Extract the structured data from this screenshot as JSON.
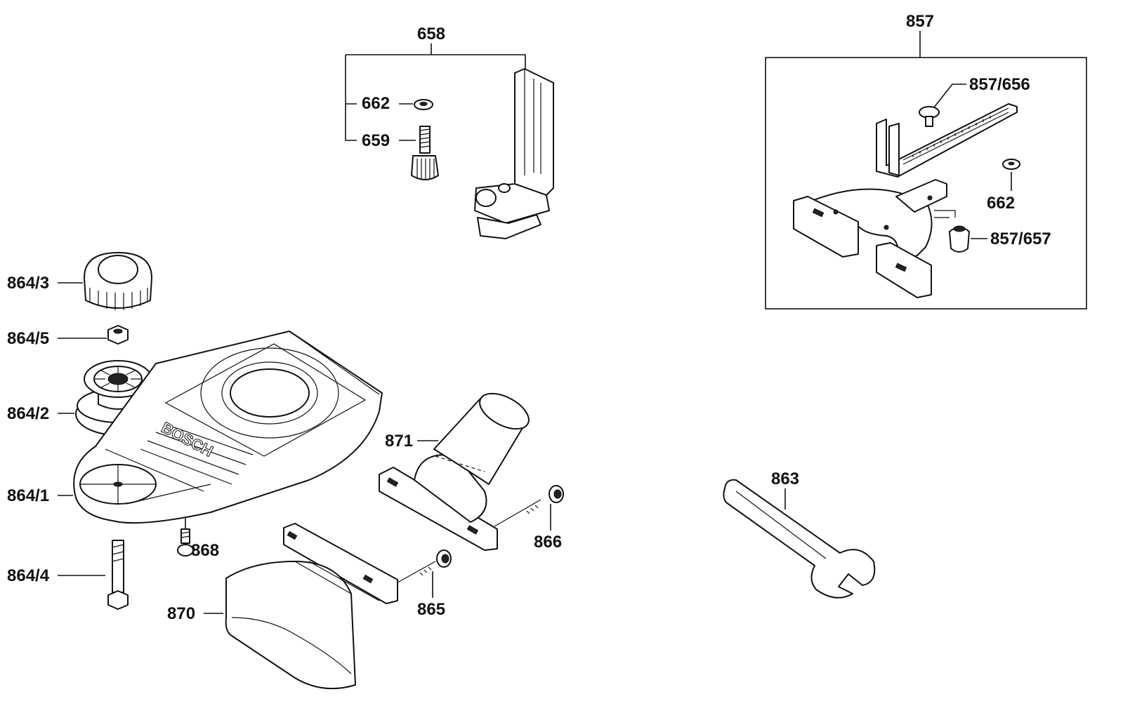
{
  "labels": {
    "p658": "658",
    "p662a": "662",
    "p659": "659",
    "p857": "857",
    "p857_656": "857/656",
    "p662b": "662",
    "p857_657": "857/657",
    "p864_3": "864/3",
    "p864_5": "864/5",
    "p864_2": "864/2",
    "p864_1": "864/1",
    "p864_4": "864/4",
    "p868": "868",
    "p871": "871",
    "p866": "866",
    "p865": "865",
    "p870": "870",
    "p863": "863"
  },
  "brand_text": "BOSCH"
}
